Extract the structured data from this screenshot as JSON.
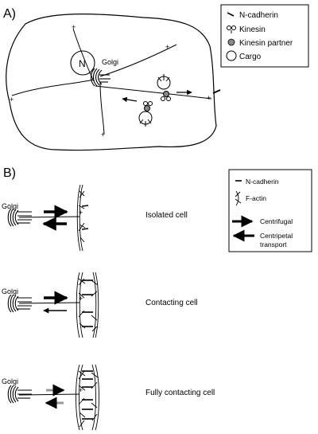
{
  "panel_a": {
    "label": "A)",
    "nucleus_label": "N",
    "golgi_label": "Golgi",
    "plus": "+",
    "minus": "-",
    "legend": {
      "items": [
        {
          "icon": "n-cadherin-icon",
          "label": "N-cadherin"
        },
        {
          "icon": "kinesin-icon",
          "label": "Kinesin"
        },
        {
          "icon": "kinesin-partner-icon",
          "label": "Kinesin partner"
        },
        {
          "icon": "cargo-icon",
          "label": "Cargo"
        }
      ]
    }
  },
  "panel_b": {
    "label": "B)",
    "plus": "+",
    "rows": [
      {
        "golgi_label": "Golgi",
        "state": "Isolated cell"
      },
      {
        "golgi_label": "Golgi",
        "state": "Contacting cell"
      },
      {
        "golgi_label": "Golgi",
        "state": "Fully contacting cell"
      }
    ],
    "legend": {
      "items": [
        {
          "icon": "n-cadherin-icon",
          "label": "N-cadherin"
        },
        {
          "icon": "f-actin-icon",
          "label": "F-actin"
        },
        {
          "icon": "centrifugal-arrow-icon",
          "label": "Centrifugal"
        },
        {
          "icon": "centripetal-arrow-icon",
          "label_line1": "Centripetal",
          "label_line2": "transport"
        }
      ]
    }
  },
  "colors": {
    "ink": "#000000",
    "grey_arrow": "#999999",
    "partner_fill": "#888888"
  }
}
